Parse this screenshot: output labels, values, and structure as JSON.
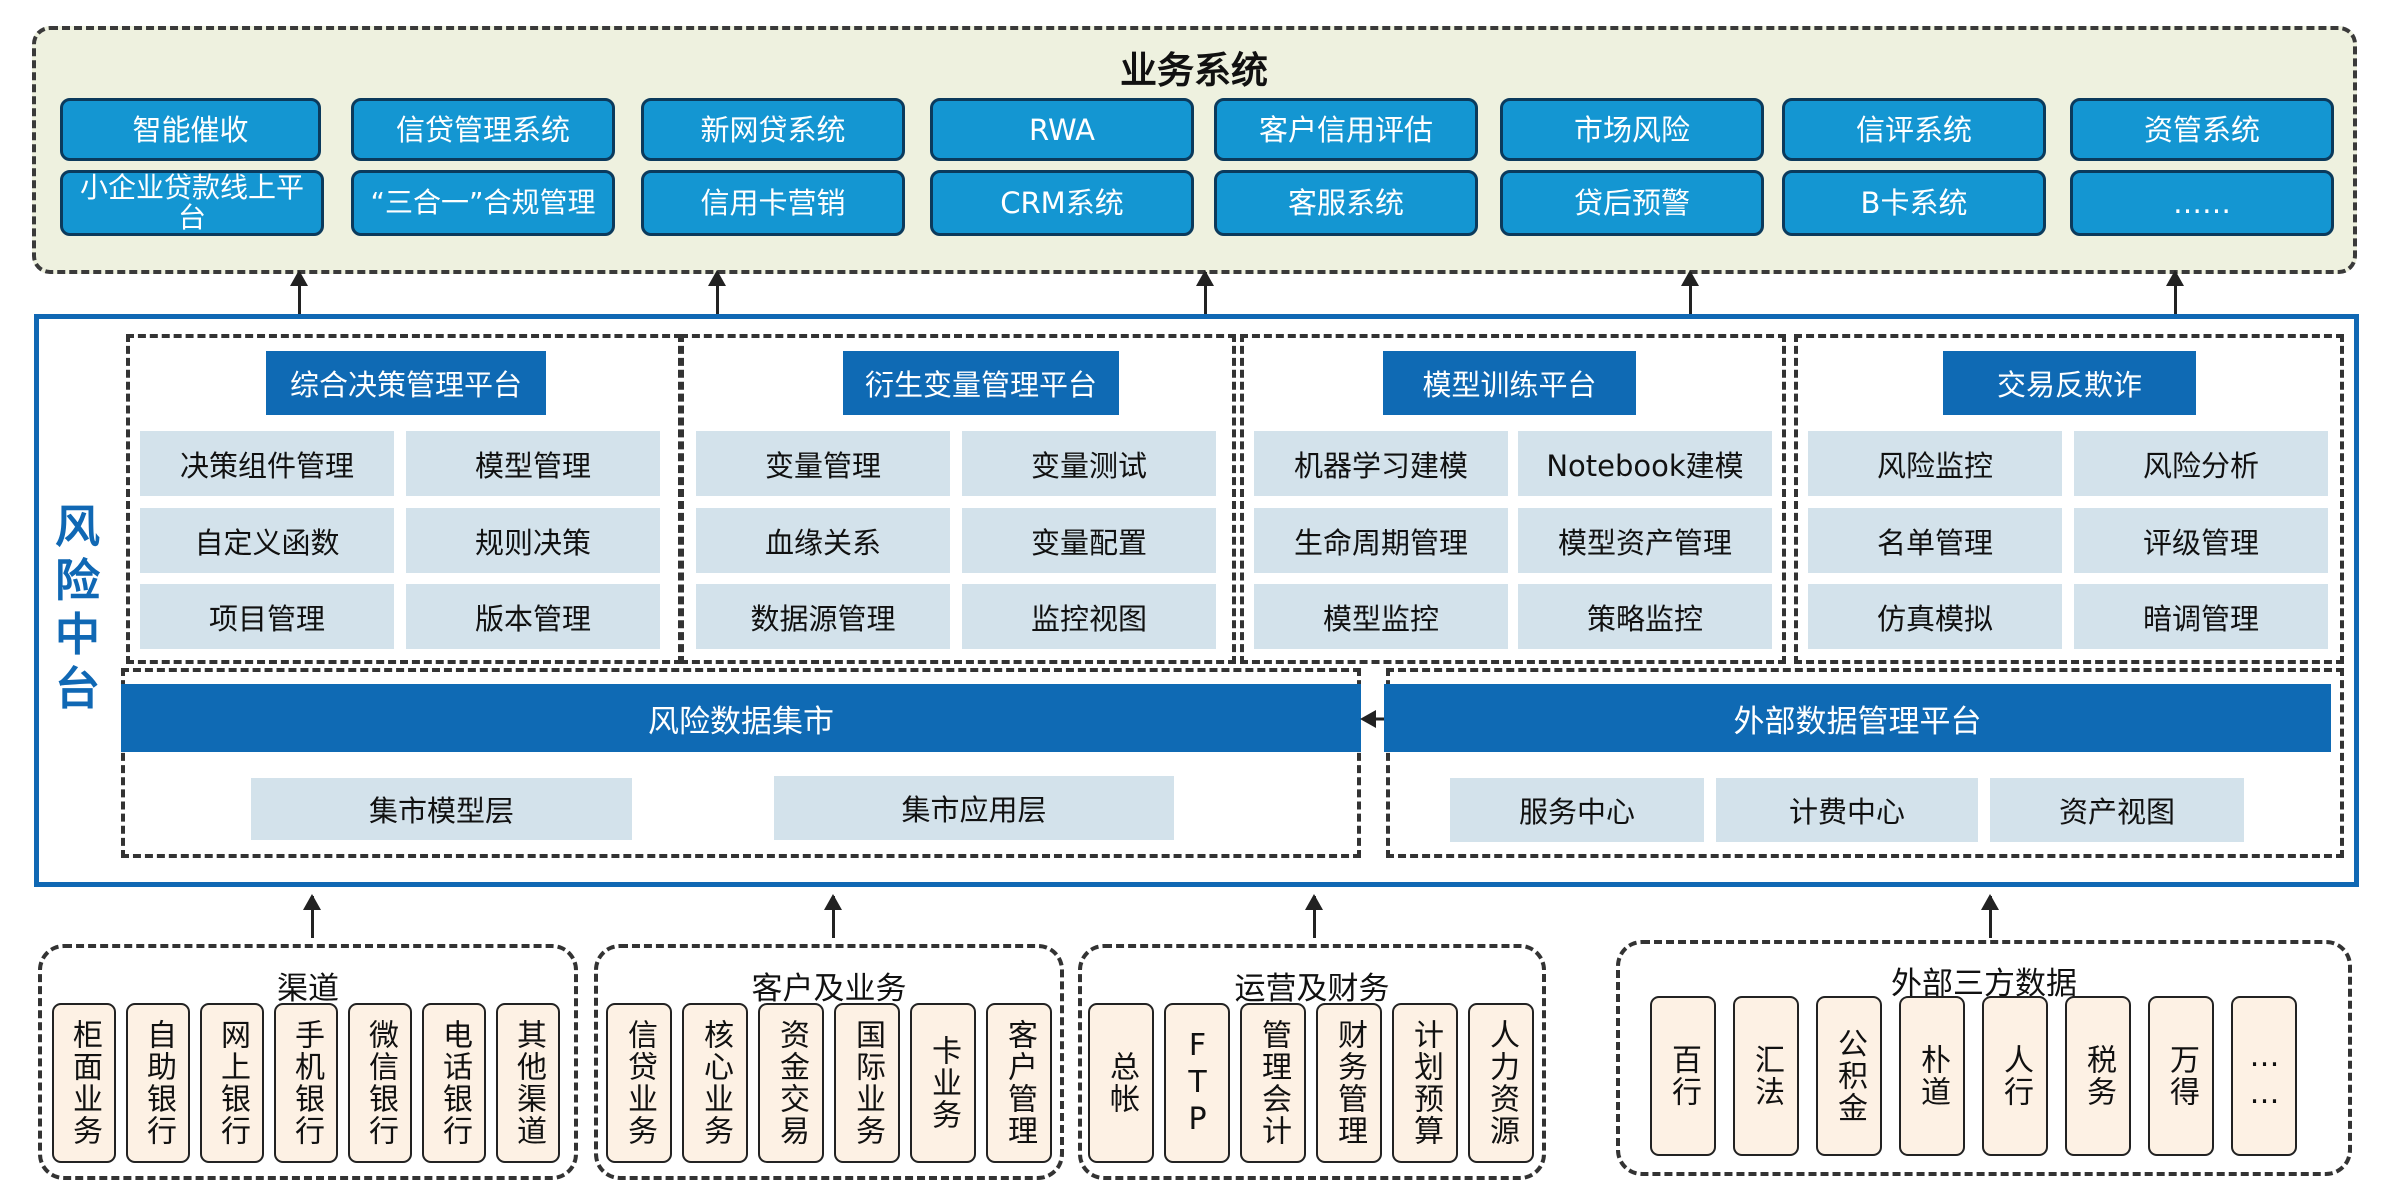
{
  "business_system": {
    "title": "业务系统",
    "row1": [
      "智能催收",
      "信贷管理系统",
      "新网贷系统",
      "RWA",
      "客户信用评估",
      "市场风险",
      "信评系统",
      "资管系统"
    ],
    "row2": [
      "小企业贷款线上平台",
      "“三合一”合规管理",
      "信用卡营销",
      "CRM系统",
      "客服系统",
      "贷后预警",
      "B卡系统",
      "……"
    ]
  },
  "risk_middle": {
    "label": "风险中台",
    "platforms": [
      {
        "title": "综合决策管理平台",
        "cells": [
          "决策组件管理",
          "模型管理",
          "自定义函数",
          "规则决策",
          "项目管理",
          "版本管理"
        ]
      },
      {
        "title": "衍生变量管理平台",
        "cells": [
          "变量管理",
          "变量测试",
          "血缘关系",
          "变量配置",
          "数据源管理",
          "监控视图"
        ]
      },
      {
        "title": "模型训练平台",
        "cells": [
          "机器学习建模",
          "Notebook建模",
          "生命周期管理",
          "模型资产管理",
          "模型监控",
          "策略监控"
        ]
      },
      {
        "title": "交易反欺诈",
        "cells": [
          "风险监控",
          "风险分析",
          "名单管理",
          "评级管理",
          "仿真模拟",
          "暗调管理"
        ]
      }
    ],
    "data_mart": {
      "title": "风险数据集市",
      "cells": [
        "集市模型层",
        "集市应用层"
      ]
    },
    "external_platform": {
      "title": "外部数据管理平台",
      "cells": [
        "服务中心",
        "计费中心",
        "资产视图"
      ]
    }
  },
  "sources": [
    {
      "title": "渠道",
      "items": [
        "柜面业务",
        "自助银行",
        "网上银行",
        "手机银行",
        "微信银行",
        "电话银行",
        "其他渠道"
      ]
    },
    {
      "title": "客户及业务",
      "items": [
        "信贷业务",
        "核心业务",
        "资金交易",
        "国际业务",
        "卡业务",
        "客户管理"
      ]
    },
    {
      "title": "运营及财务",
      "items": [
        "总帐",
        "FTP",
        "管理会计",
        "财务管理",
        "计划预算",
        "人力资源"
      ]
    },
    {
      "title": "外部三方数据",
      "items": [
        "百行",
        "汇法",
        "公积金",
        "朴道",
        "人行",
        "税务",
        "万得",
        "……"
      ]
    }
  ],
  "colors": {
    "primary_blue": "#0f6ab4",
    "button_blue": "#1496d2",
    "cell_grey": "#d3e2eb",
    "top_bg": "#eef1df",
    "source_bg": "#fdf1e4"
  }
}
